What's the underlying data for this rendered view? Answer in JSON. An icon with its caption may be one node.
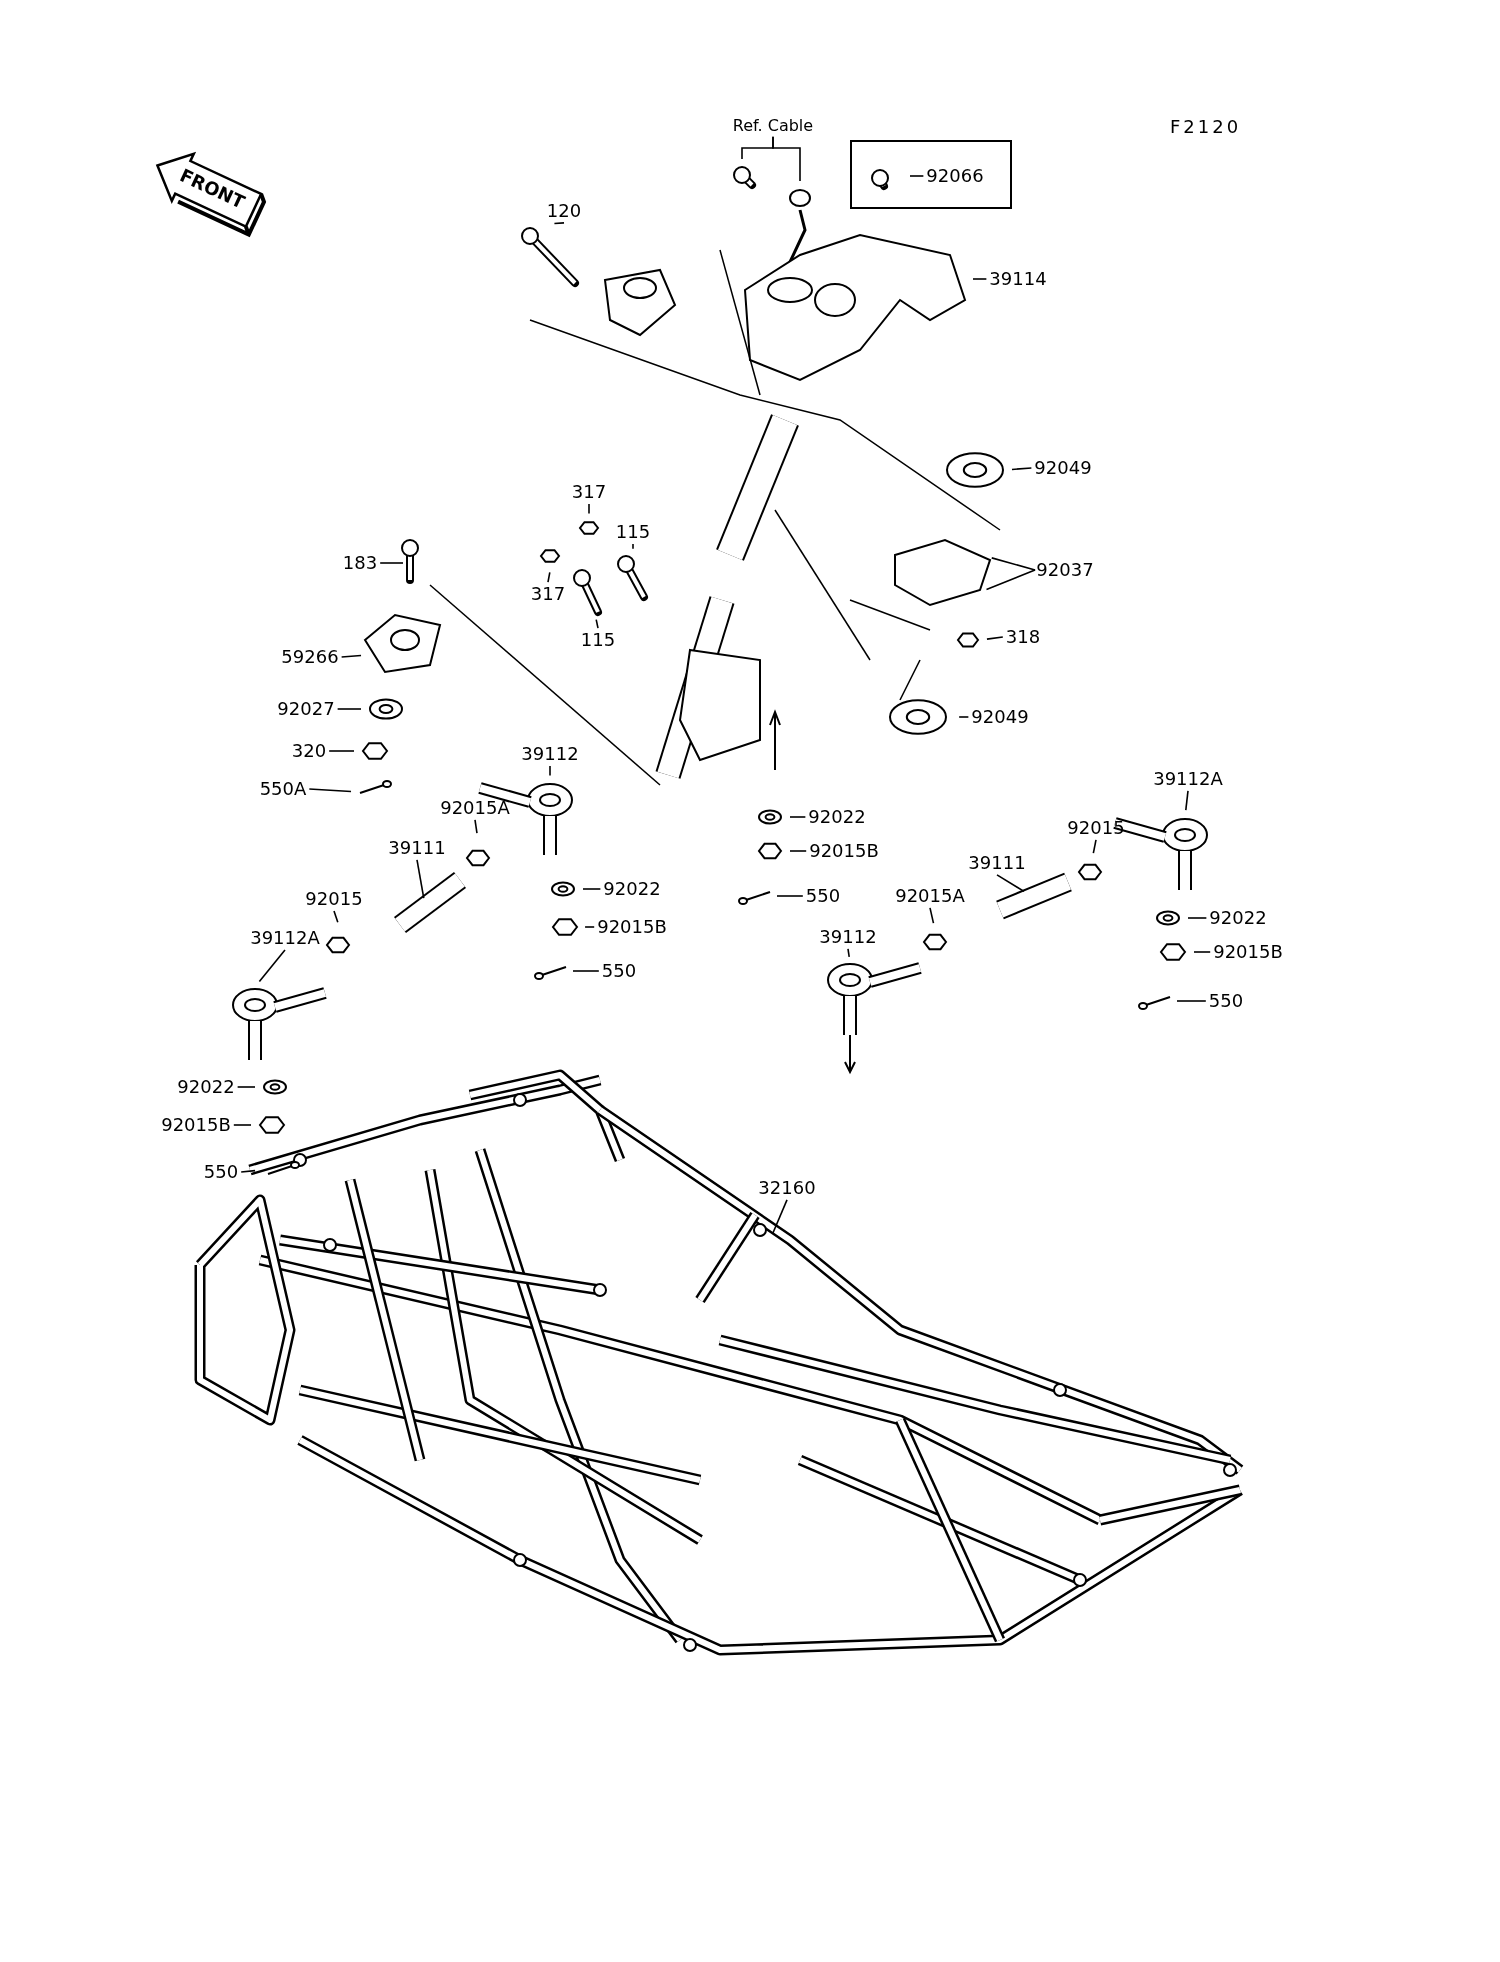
{
  "diagram": {
    "nodes": [
      {
        "text": [
          "Ref. Cable"
        ]
      },
      {
        "text": [
          "92066"
        ]
      },
      {
        "text": [
          "120"
        ]
      },
      {
        "text": [
          "39114"
        ]
      },
      {
        "text": [
          "92049"
        ]
      },
      {
        "text": [
          "92037"
        ]
      },
      {
        "text": [
          "318"
        ]
      },
      {
        "text": [
          "92049"
        ]
      },
      {
        "text": [
          "317"
        ]
      },
      {
        "text": [
          "115"
        ]
      },
      {
        "text": [
          "183"
        ]
      },
      {
        "text": [
          "317"
        ]
      },
      {
        "text": [
          "115"
        ]
      },
      {
        "text": [
          "59266"
        ]
      },
      {
        "text": [
          "92027"
        ]
      },
      {
        "text": [
          "320"
        ]
      },
      {
        "text": [
          "550A"
        ]
      },
      {
        "text": [
          "39112"
        ]
      },
      {
        "text": [
          "92015A"
        ]
      },
      {
        "text": [
          "39111"
        ]
      },
      {
        "text": [
          "92015"
        ]
      },
      {
        "text": [
          "39112A"
        ]
      },
      {
        "text": [
          "92022"
        ]
      },
      {
        "text": [
          "92015B"
        ]
      },
      {
        "text": [
          "550"
        ]
      },
      {
        "text": [
          "92022"
        ]
      },
      {
        "text": [
          "92015B"
        ]
      },
      {
        "text": [
          "550"
        ]
      },
      {
        "text": [
          "39112A"
        ]
      },
      {
        "text": [
          "92015"
        ]
      },
      {
        "text": [
          "39111"
        ]
      },
      {
        "text": [
          "92015A"
        ]
      },
      {
        "text": [
          "39112"
        ]
      },
      {
        "text": [
          "92022"
        ]
      },
      {
        "text": [
          "92015B"
        ]
      },
      {
        "text": [
          "550"
        ]
      },
      {
        "text": [
          "92022"
        ]
      },
      {
        "text": [
          "92015B"
        ]
      },
      {
        "text": [
          "550"
        ]
      },
      {
        "text": [
          "32160"
        ]
      }
    ],
    "edges": [
      {
        "from": 0,
        "to": null,
        "arrow": "none"
      },
      {
        "from": 0,
        "to": null,
        "arrow": "none"
      },
      {
        "from": 1,
        "to": null,
        "arrow": "none"
      },
      {
        "from": 2,
        "to": null,
        "arrow": "none"
      },
      {
        "from": 3,
        "to": null,
        "arrow": "none"
      },
      {
        "from": 4,
        "to": null,
        "arrow": "none"
      },
      {
        "from": 5,
        "to": null,
        "arrow": "none"
      },
      {
        "from": 5,
        "to": null,
        "arrow": "none"
      },
      {
        "from": 6,
        "to": null,
        "arrow": "none"
      },
      {
        "from": 7,
        "to": null,
        "arrow": "none"
      },
      {
        "from": 8,
        "to": null,
        "arrow": "none"
      },
      {
        "from": 9,
        "to": null,
        "arrow": "none"
      },
      {
        "from": 10,
        "to": null,
        "arrow": "none"
      },
      {
        "from": 11,
        "to": null,
        "arrow": "none"
      },
      {
        "from": 12,
        "to": null,
        "arrow": "none"
      },
      {
        "from": 13,
        "to": null,
        "arrow": "none"
      },
      {
        "from": 14,
        "to": null,
        "arrow": "none"
      },
      {
        "from": 15,
        "to": null,
        "arrow": "none"
      },
      {
        "from": 16,
        "to": null,
        "arrow": "none"
      },
      {
        "from": 17,
        "to": null,
        "arrow": "none"
      },
      {
        "from": 18,
        "to": null,
        "arrow": "none"
      },
      {
        "from": 19,
        "to": null,
        "arrow": "none"
      },
      {
        "from": 20,
        "to": null,
        "arrow": "none"
      },
      {
        "from": 21,
        "to": null,
        "arrow": "none"
      },
      {
        "from": 22,
        "to": null,
        "arrow": "none"
      },
      {
        "from": 23,
        "to": null,
        "arrow": "none"
      },
      {
        "from": 24,
        "to": null,
        "arrow": "none"
      },
      {
        "from": 25,
        "to": null,
        "arrow": "none"
      },
      {
        "from": 26,
        "to": null,
        "arrow": "none"
      },
      {
        "from": 27,
        "to": null,
        "arrow": "none"
      },
      {
        "from": 28,
        "to": null,
        "arrow": "none"
      },
      {
        "from": 29,
        "to": null,
        "arrow": "none"
      },
      {
        "from": 30,
        "to": null,
        "arrow": "none"
      },
      {
        "from": 31,
        "to": null,
        "arrow": "none"
      },
      {
        "from": 32,
        "to": null,
        "arrow": "none"
      },
      {
        "from": 33,
        "to": null,
        "arrow": "none"
      },
      {
        "from": 34,
        "to": null,
        "arrow": "none"
      },
      {
        "from": 35,
        "to": null,
        "arrow": "none"
      },
      {
        "from": 36,
        "to": null,
        "arrow": "none"
      },
      {
        "from": 37,
        "to": null,
        "arrow": "none"
      },
      {
        "from": 38,
        "to": null,
        "arrow": "none"
      },
      {
        "from": 39,
        "to": null,
        "arrow": "none"
      }
    ],
    "labels": [
      "F2120",
      "FRONT"
    ]
  }
}
